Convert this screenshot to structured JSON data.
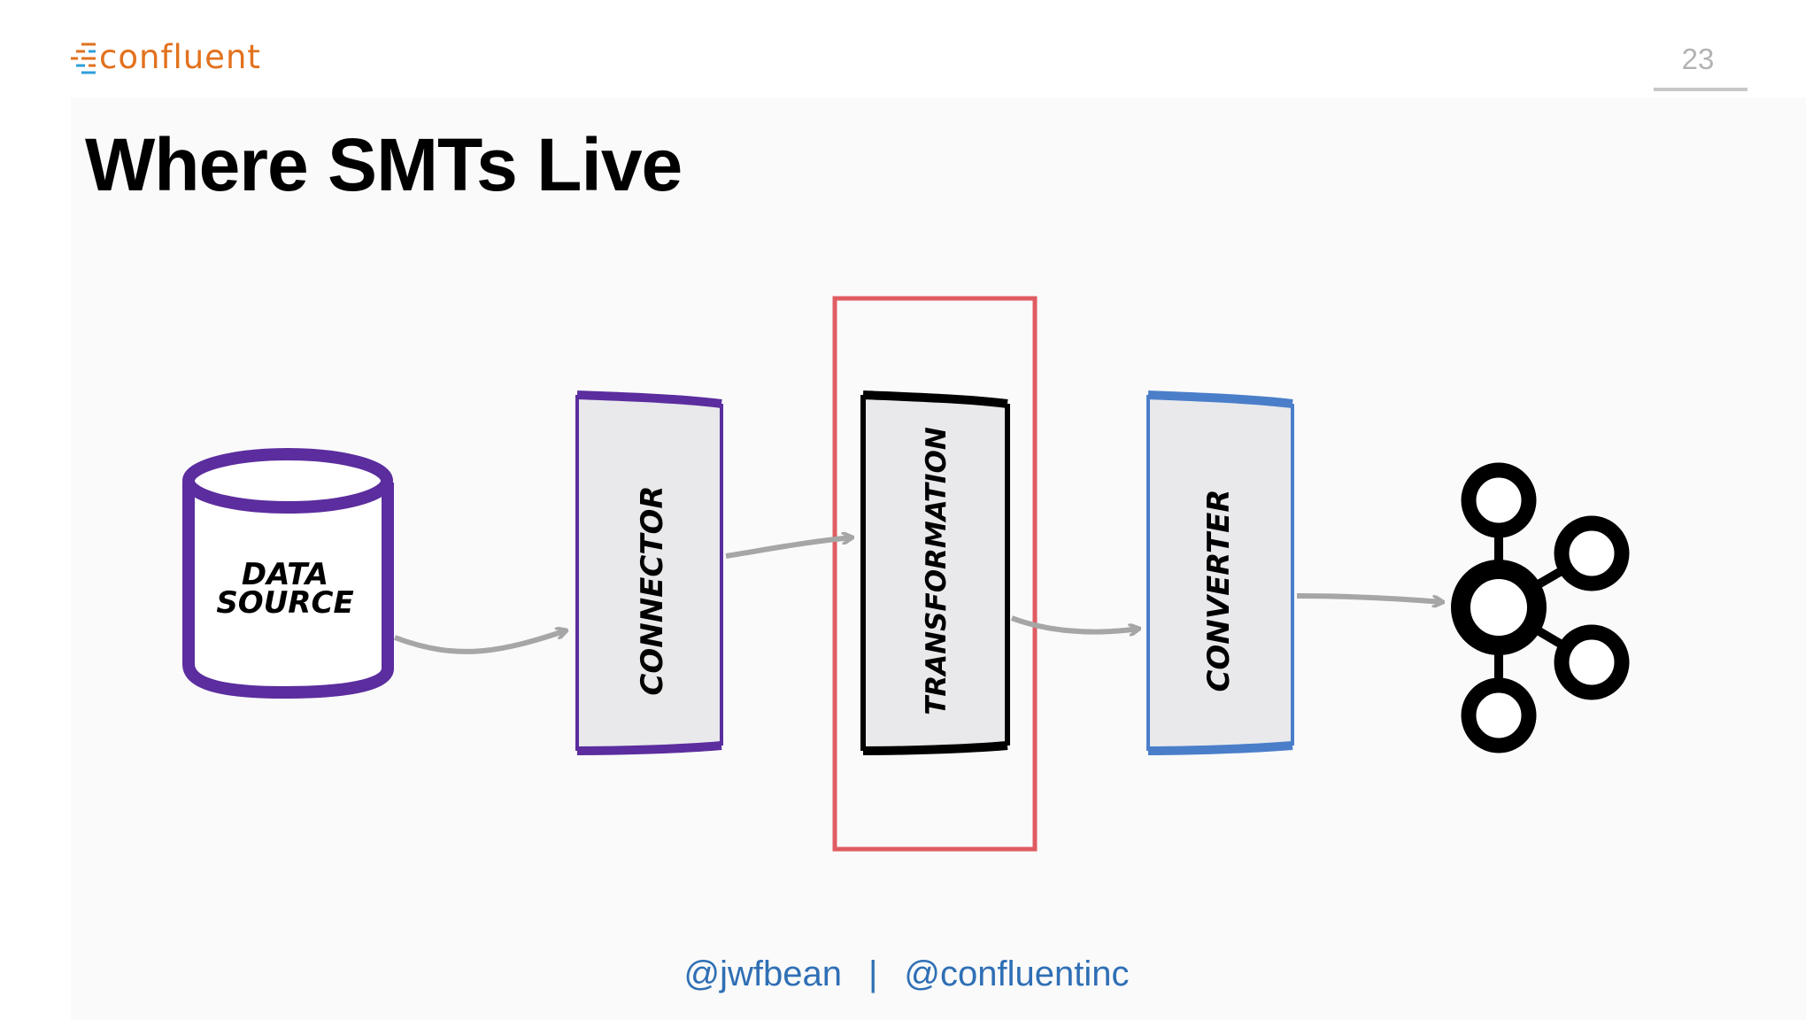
{
  "header": {
    "logo_text": "confluent",
    "page_number": "23"
  },
  "title": "Where SMTs Live",
  "diagram": {
    "data_source": {
      "line1": "DATA",
      "line2": "SOURCE",
      "color": "#5b2d9e"
    },
    "connector": {
      "label": "CONNECTOR",
      "color": "#5b2d9e"
    },
    "transformation": {
      "label": "TRANSFORMATION",
      "color": "#000000",
      "highlight_color": "#e05c62"
    },
    "converter": {
      "label": "CONVERTER",
      "color": "#4a7ec9"
    },
    "kafka": {
      "icon": "kafka-logo-icon"
    },
    "arrow_color": "#a6a6a6"
  },
  "footer": {
    "handle1": "@jwfbean",
    "separator": "|",
    "handle2": "@confluentinc"
  }
}
